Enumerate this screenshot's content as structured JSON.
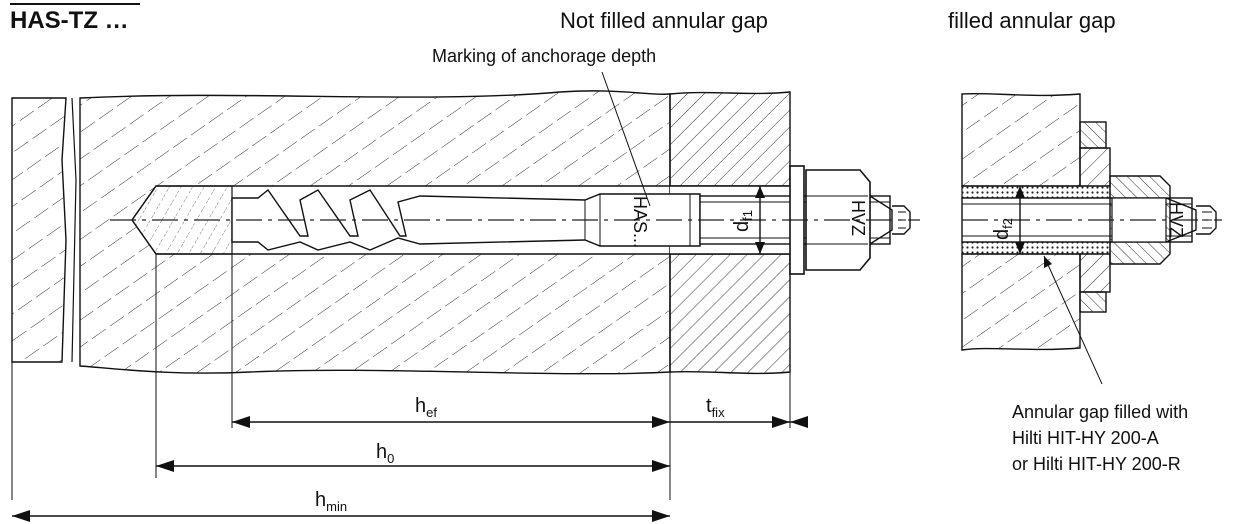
{
  "title": "HAS-TZ …",
  "headings": {
    "not_filled": "Not filled annular gap",
    "filled": "filled annular gap"
  },
  "annotations": {
    "marking": "Marking of anchorage depth",
    "rod_marking_left": "HAS...",
    "nut_marking_left": "HVZ",
    "nut_marking_right": "HVZ",
    "filled_note": [
      "Annular gap filled with",
      "Hilti HIT-HY 200-A",
      "or Hilti HIT-HY 200-R"
    ]
  },
  "dimensions": {
    "hef": {
      "main": "h",
      "sub": "ef"
    },
    "h0": {
      "main": "h",
      "sub": "0"
    },
    "hmin": {
      "main": "h",
      "sub": "min"
    },
    "tfix": {
      "main": "t",
      "sub": "fix"
    },
    "df1": {
      "main": "d",
      "sub": "f1"
    },
    "df2": {
      "main": "d",
      "sub": "f2"
    }
  }
}
